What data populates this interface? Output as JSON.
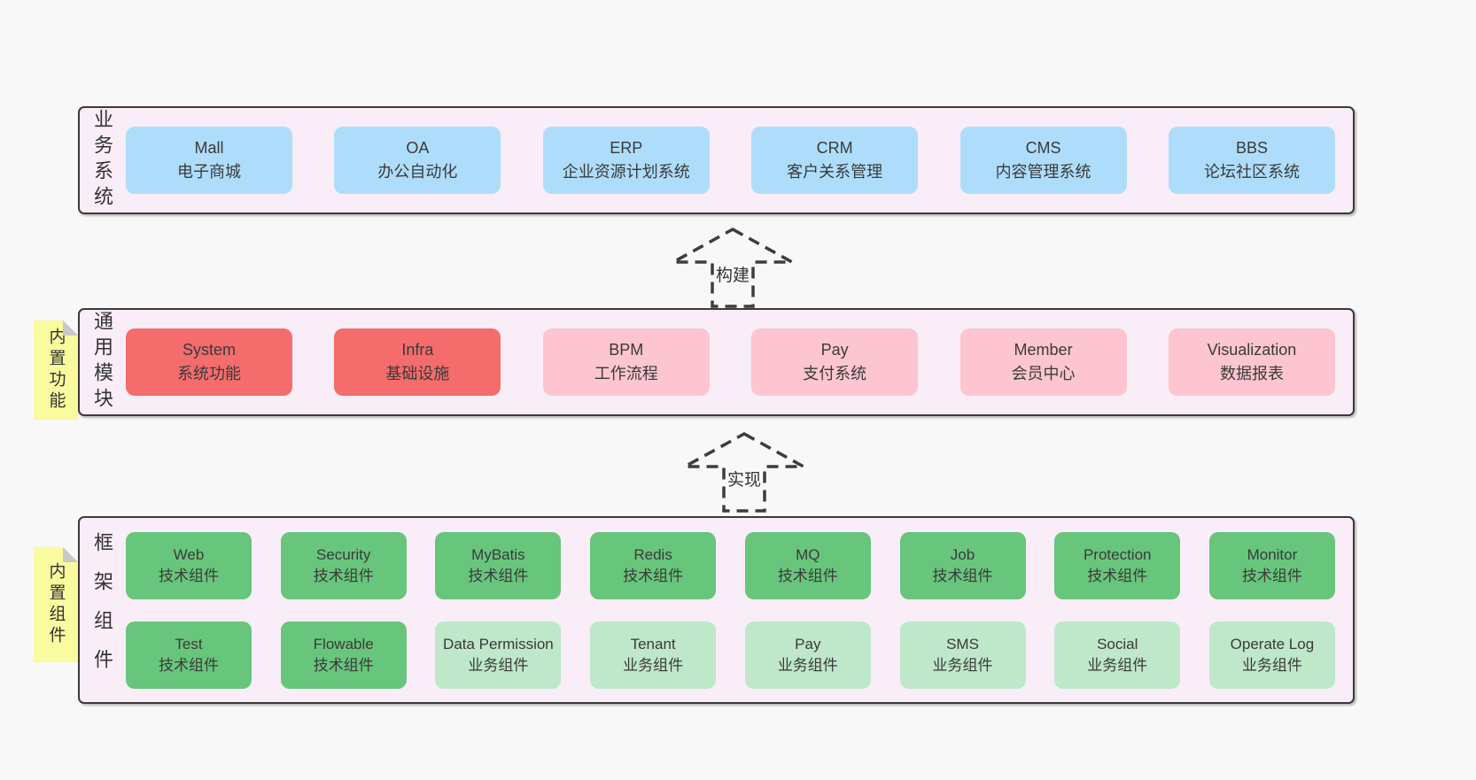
{
  "colors": {
    "page_bg": "#f8f8f8",
    "panel_bg": "#f9edf7",
    "panel_border": "#3a3a3a",
    "blue_box": "#aeddfb",
    "red_box": "#f56c6c",
    "pink_box": "#fcc5cf",
    "green_box": "#68c57c",
    "light_green_box": "#bfe7c9",
    "sticky_note": "#fafa9e"
  },
  "arrows": [
    {
      "label": "构建"
    },
    {
      "label": "实现"
    }
  ],
  "sections": [
    {
      "label": "业务系统",
      "boxes": [
        {
          "name": "Mall",
          "desc": "电子商城"
        },
        {
          "name": "OA",
          "desc": "办公自动化"
        },
        {
          "name": "ERP",
          "desc": "企业资源计划系统"
        },
        {
          "name": "CRM",
          "desc": "客户关系管理"
        },
        {
          "name": "CMS",
          "desc": "内容管理系统"
        },
        {
          "name": "BBS",
          "desc": "论坛社区系统"
        }
      ]
    },
    {
      "label": "通用模块",
      "sticky": "内置功能",
      "boxes": [
        {
          "name": "System",
          "desc": "系统功能"
        },
        {
          "name": "Infra",
          "desc": "基础设施"
        },
        {
          "name": "BPM",
          "desc": "工作流程"
        },
        {
          "name": "Pay",
          "desc": "支付系统"
        },
        {
          "name": "Member",
          "desc": "会员中心"
        },
        {
          "name": "Visualization",
          "desc": "数据报表"
        }
      ]
    },
    {
      "label": "框架组件",
      "sticky": "内置组件",
      "rows": [
        [
          {
            "name": "Web",
            "desc": "技术组件"
          },
          {
            "name": "Security",
            "desc": "技术组件"
          },
          {
            "name": "MyBatis",
            "desc": "技术组件"
          },
          {
            "name": "Redis",
            "desc": "技术组件"
          },
          {
            "name": "MQ",
            "desc": "技术组件"
          },
          {
            "name": "Job",
            "desc": "技术组件"
          },
          {
            "name": "Protection",
            "desc": "技术组件"
          },
          {
            "name": "Monitor",
            "desc": "技术组件"
          }
        ],
        [
          {
            "name": "Test",
            "desc": "技术组件"
          },
          {
            "name": "Flowable",
            "desc": "技术组件"
          },
          {
            "name": "Data Permission",
            "desc": "业务组件"
          },
          {
            "name": "Tenant",
            "desc": "业务组件"
          },
          {
            "name": "Pay",
            "desc": "业务组件"
          },
          {
            "name": "SMS",
            "desc": "业务组件"
          },
          {
            "name": "Social",
            "desc": "业务组件"
          },
          {
            "name": "Operate Log",
            "desc": "业务组件"
          }
        ]
      ]
    }
  ]
}
